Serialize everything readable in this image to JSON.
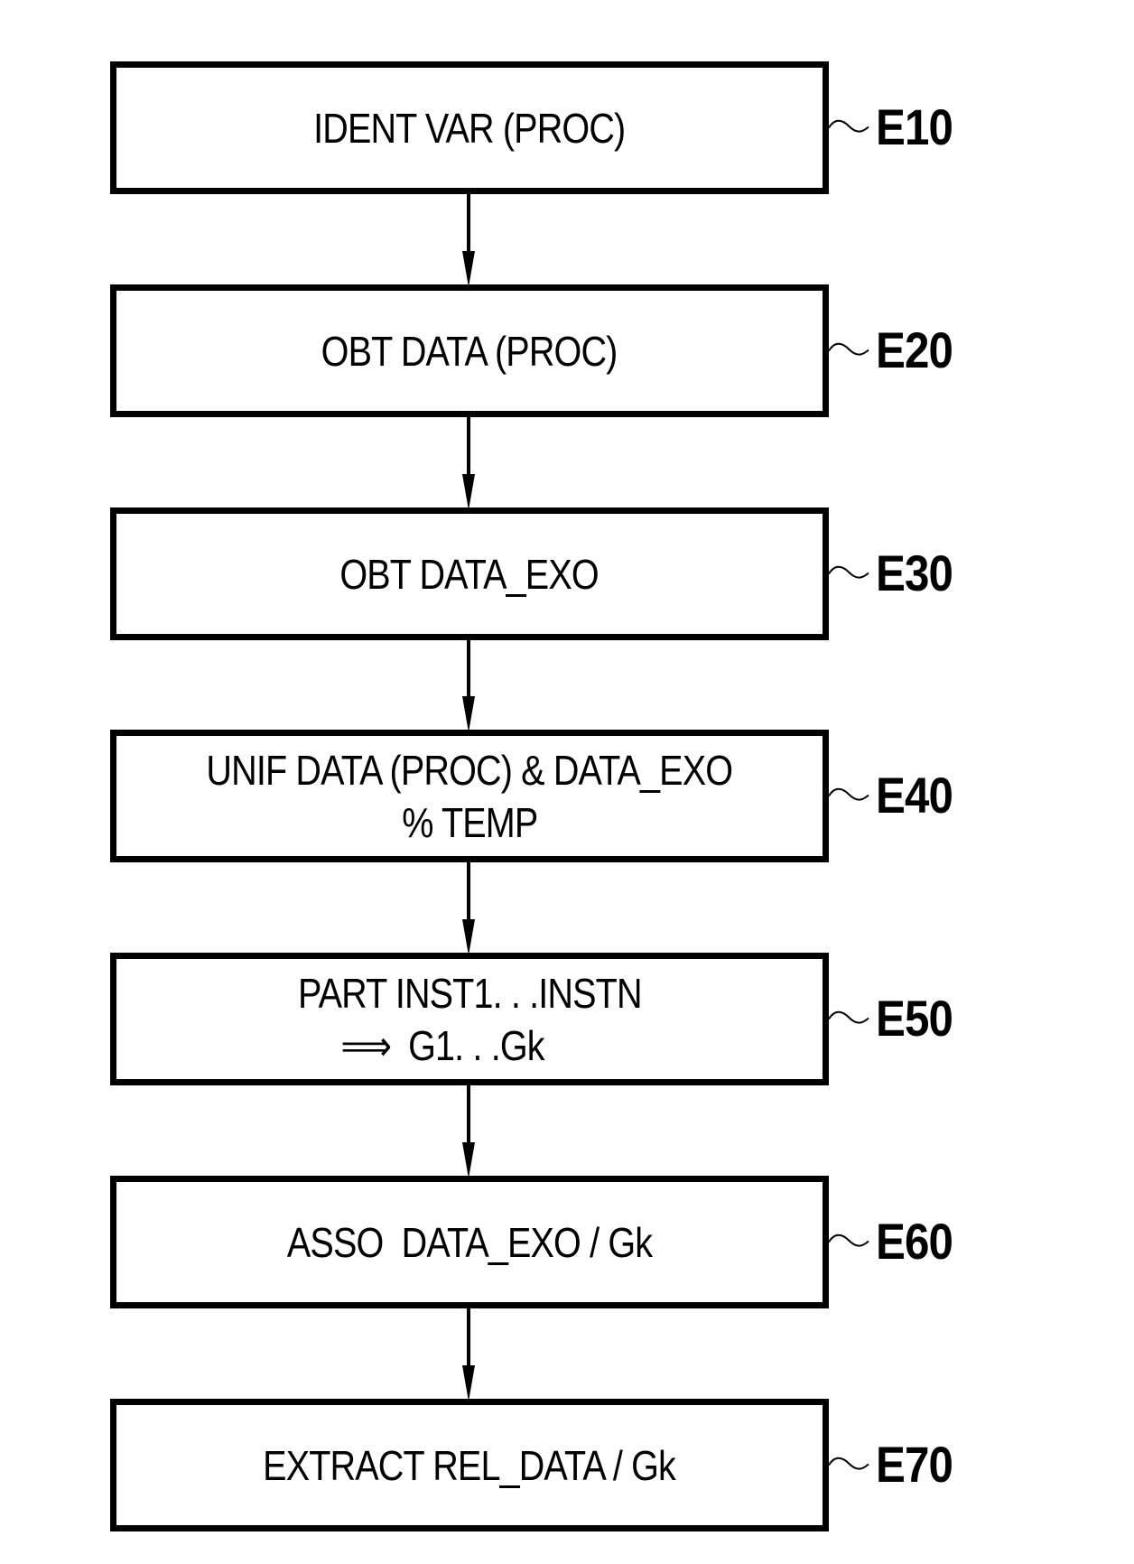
{
  "diagram": {
    "type": "flowchart",
    "direction": "top-to-bottom",
    "steps": [
      {
        "id": "E10",
        "lines": [
          "IDENT VAR (PROC)"
        ]
      },
      {
        "id": "E20",
        "lines": [
          "OBT DATA (PROC)"
        ]
      },
      {
        "id": "E30",
        "lines": [
          "OBT DATA_EXO"
        ]
      },
      {
        "id": "E40",
        "lines": [
          "UNIF DATA (PROC) & DATA_EXO",
          "% TEMP"
        ]
      },
      {
        "id": "E50",
        "lines": [
          "PART INST1. . .INSTN",
          "G1. . .Gk"
        ],
        "line2_prefix_icon": "implies-arrow-icon",
        "line2_prefix_glyph": "⟹"
      },
      {
        "id": "E60",
        "lines": [
          "ASSO  DATA_EXO / Gk"
        ]
      },
      {
        "id": "E70",
        "lines": [
          "EXTRACT REL_DATA / Gk"
        ]
      }
    ],
    "edges": [
      {
        "from": "E10",
        "to": "E20"
      },
      {
        "from": "E20",
        "to": "E30"
      },
      {
        "from": "E30",
        "to": "E40"
      },
      {
        "from": "E40",
        "to": "E50"
      },
      {
        "from": "E50",
        "to": "E60"
      },
      {
        "from": "E60",
        "to": "E70"
      }
    ],
    "colors": {
      "stroke": "#000000",
      "background": "#ffffff"
    }
  }
}
